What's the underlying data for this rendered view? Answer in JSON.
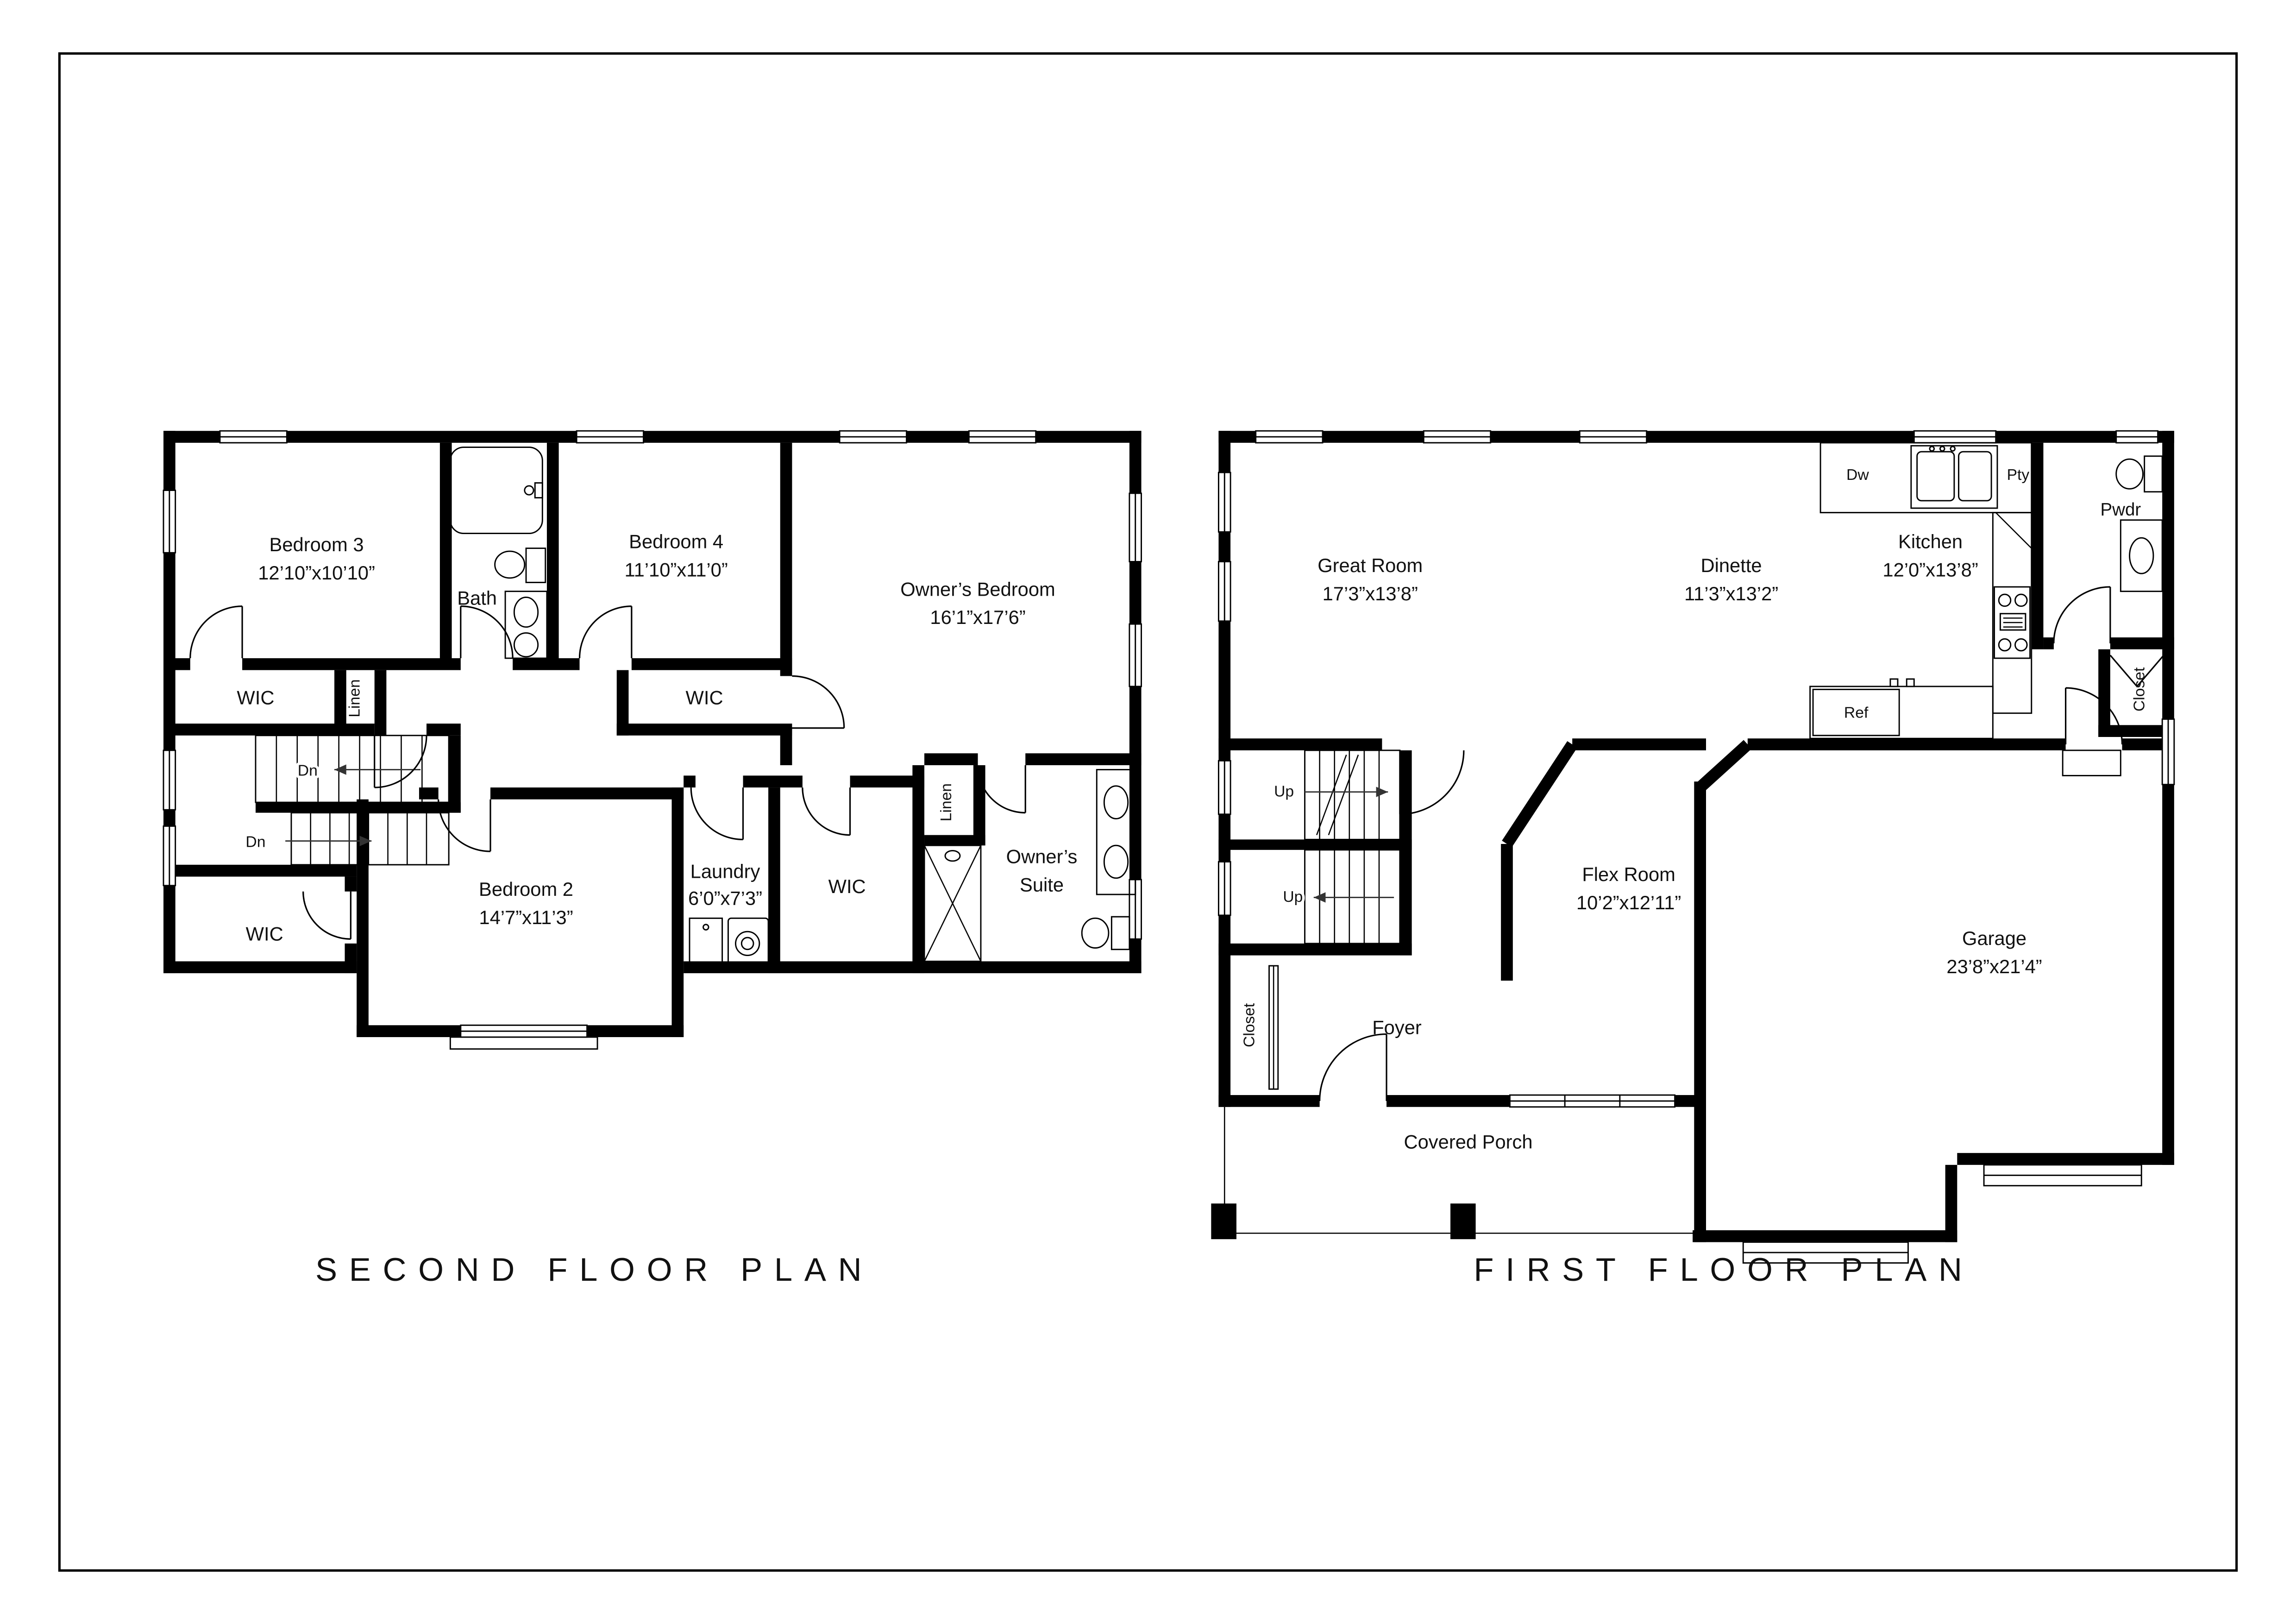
{
  "page": {
    "background": "#ffffff",
    "line_color": "#000000",
    "border_color": "#000000"
  },
  "titles": {
    "second_floor": "SECOND FLOOR PLAN",
    "first_floor": "FIRST FLOOR PLAN"
  },
  "second_floor": {
    "bedroom3": {
      "name": "Bedroom 3",
      "dims": "12’10”x10’10”"
    },
    "bath": {
      "name": "Bath"
    },
    "bedroom4": {
      "name": "Bedroom 4",
      "dims": "11’10”x11’0”"
    },
    "owners_bedroom": {
      "name": "Owner’s Bedroom",
      "dims": "16’1”x17’6”"
    },
    "wic_upper_left": {
      "name": "WIC"
    },
    "linen_upper": {
      "name": "Linen"
    },
    "wic_upper_right": {
      "name": "WIC"
    },
    "dn_upper": {
      "name": "Dn"
    },
    "dn_lower": {
      "name": "Dn"
    },
    "bedroom2": {
      "name": "Bedroom 2",
      "dims": "14’7”x11’3”"
    },
    "laundry": {
      "name": "Laundry",
      "dims": "6’0”x7’3”"
    },
    "wic_mid": {
      "name": "WIC"
    },
    "linen_lower": {
      "name": "Linen"
    },
    "owners_suite": {
      "line1": "Owner’s",
      "line2": "Suite"
    },
    "wic_lower_left": {
      "name": "WIC"
    }
  },
  "first_floor": {
    "great_room": {
      "name": "Great Room",
      "dims": "17’3”x13’8”"
    },
    "dinette": {
      "name": "Dinette",
      "dims": "11’3”x13’2”"
    },
    "kitchen": {
      "name": "Kitchen",
      "dims": "12’0”x13’8”"
    },
    "dw": {
      "name": "Dw"
    },
    "pty": {
      "name": "Pty"
    },
    "pwdr": {
      "name": "Pwdr"
    },
    "closet_right": {
      "name": "Closet"
    },
    "ref": {
      "name": "Ref"
    },
    "up_upper": {
      "name": "Up"
    },
    "up_lower": {
      "name": "Up"
    },
    "flex_room": {
      "name": "Flex Room",
      "dims": "10’2”x12’11”"
    },
    "foyer": {
      "name": "Foyer"
    },
    "closet_foyer": {
      "name": "Closet"
    },
    "garage": {
      "name": "Garage",
      "dims": "23’8”x21’4”"
    },
    "covered_porch": {
      "name": "Covered Porch"
    }
  }
}
